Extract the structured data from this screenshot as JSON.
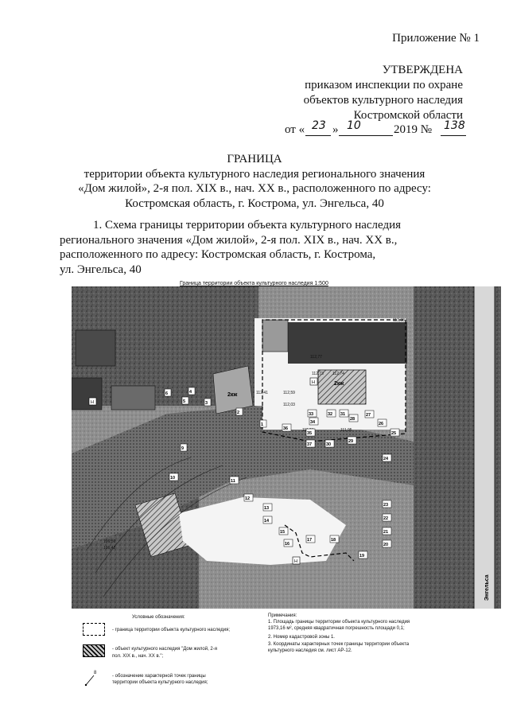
{
  "header": {
    "appendix": "Приложение № 1",
    "approved": "УТВЕРЖДЕНА",
    "order_line1": "приказом инспекции по охране",
    "order_line2": "объектов культурного наследия",
    "order_line3": "Костромской области",
    "date_prefix": "от «",
    "date_day": "23",
    "date_sep": "»",
    "date_month": "10",
    "date_year_no": "2019 №",
    "doc_number": "138"
  },
  "title": {
    "main": "ГРАНИЦА",
    "line1": "территории объекта культурного наследия регионального значения",
    "line2": "«Дом жилой», 2-я пол. XIX в., нач. XX в., расположенного по адресу:",
    "line3": "Костромская область, г. Кострома, ул. Энгельса, 40"
  },
  "section": {
    "line1": "1.  Схема  границы  территории  объекта  культурного  наследия",
    "line2": "регионального  значения  «Дом  жилой»,  2-я  пол.  XIX  в.,  нач.  XX  в.,",
    "line3": "расположенного     по     адресу:     Костромская     область,     г.     Кострома,",
    "line4": "ул. Энгельса, 40"
  },
  "map": {
    "caption": "Граница территории объекта культурного наследия  1:500",
    "street": "Энгельса",
    "building_labels": [
      "2кж",
      "2кж"
    ],
    "points": [
      "1",
      "2",
      "3",
      "4",
      "5",
      "6",
      "8",
      "9",
      "10",
      "11",
      "12",
      "13",
      "14",
      "15",
      "16",
      "17",
      "18",
      "19",
      "20",
      "21",
      "22",
      "23",
      "24",
      "25",
      "26",
      "27",
      "28",
      "29",
      "30",
      "31",
      "32",
      "33",
      "34",
      "35",
      "36",
      "37"
    ],
    "elevations": [
      "112,77",
      "112,73",
      "112,74",
      "112,41",
      "112,59",
      "112,03",
      "111,91",
      "111,95",
      "113,38",
      "106,56",
      "106,42"
    ],
    "marker": "Н"
  },
  "legend": {
    "title": "Условные обозначения:",
    "item1": "- граница территории объекта культурного наследия;",
    "item2_line1": "- объект культурного наследия \"Дом жилой, 2-я",
    "item2_line2": "пол. XIX в., нач. XX в.\";",
    "item3_line1": "- обозначение характерной точек границы",
    "item3_line2": "территории объекта культурного наследия;",
    "item3_symbol": "8"
  },
  "notes": {
    "title": "Примечания:",
    "n1_line1": "1.  Площадь  границы  территории  объекта  культурного  наследия",
    "n1_line2": "1973,16 м², средняя квадратичная погрешность площади 0,1;",
    "n2": "2. Номер кадастровой зоны 1.",
    "n3_line1": "3. Координаты характерных точек границы территории объекта",
    "n3_line2": "культурного наследия см. лист АР-12."
  }
}
